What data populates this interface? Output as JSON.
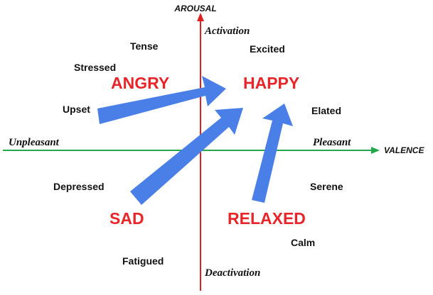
{
  "axes": {
    "vertical_title": "AROUSAL",
    "horizontal_title": "VALENCE",
    "top_pole": "Activation",
    "bottom_pole": "Deactivation",
    "left_pole": "Unpleasant",
    "right_pole": "Pleasant"
  },
  "states": {
    "angry": "ANGRY",
    "happy": "HAPPY",
    "sad": "SAD",
    "relaxed": "RELAXED"
  },
  "words": {
    "tense": "Tense",
    "excited": "Excited",
    "stressed": "Stressed",
    "upset": "Upset",
    "elated": "Elated",
    "depressed": "Depressed",
    "serene": "Serene",
    "calm": "Calm",
    "fatigued": "Fatigued"
  },
  "colors": {
    "vertical_axis": "#e02020",
    "horizontal_axis": "#22a84a",
    "state_text": "#e8262a",
    "arrow": "#4a7fe8"
  }
}
